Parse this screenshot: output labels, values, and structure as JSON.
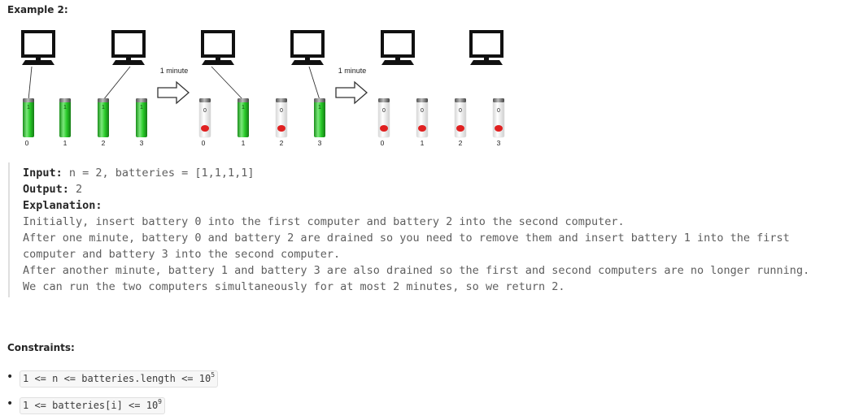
{
  "heading": "Example 2:",
  "figure": {
    "computers": 6,
    "arrow_label": "1 minute",
    "battery_labels": [
      "0",
      "1",
      "2",
      "3"
    ],
    "charged_cap_digit": "1",
    "drained_cap_digit": "0",
    "colors": {
      "charged": "#22c322",
      "drained": "#e02020",
      "wire": "#333333"
    },
    "states": [
      [
        "charged",
        "charged",
        "charged",
        "charged"
      ],
      [
        "drained",
        "charged",
        "drained",
        "charged"
      ],
      [
        "drained",
        "drained",
        "drained",
        "drained"
      ]
    ],
    "connections": [
      [
        "0",
        "2"
      ],
      [
        "1",
        "3"
      ],
      []
    ]
  },
  "example": {
    "input_label": "Input:",
    "input_value": " n = 2, batteries = [1,1,1,1]",
    "output_label": "Output:",
    "output_value": " 2",
    "explanation_label": "Explanation:",
    "lines": [
      "Initially, insert battery 0 into the first computer and battery 2 into the second computer.",
      "After one minute, battery 0 and battery 2 are drained so you need to remove them and insert battery 1 into the first",
      "computer and battery 3 into the second computer.",
      "After another minute, battery 1 and battery 3 are also drained so the first and second computers are no longer running.",
      "We can run the two computers simultaneously for at most 2 minutes, so we return 2."
    ]
  },
  "constraints_heading": "Constraints:",
  "constraints": [
    {
      "text": "1 <= n <= batteries.length <= 10",
      "sup": "5"
    },
    {
      "text": "1 <= batteries[i] <= 10",
      "sup": "9"
    }
  ]
}
